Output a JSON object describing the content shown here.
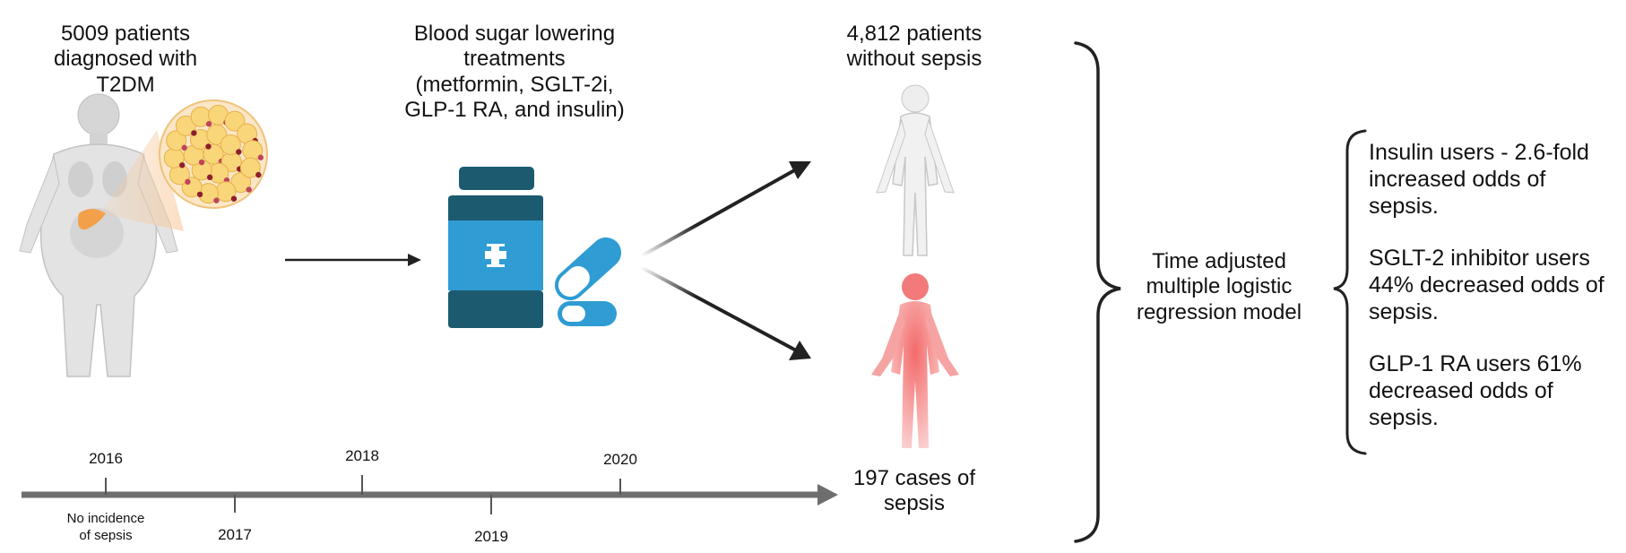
{
  "cohort": {
    "line1": "5009 patients",
    "line2": "diagnosed with T2DM"
  },
  "treatments": {
    "line1": "Blood sugar lowering",
    "line2": "treatments",
    "line3": "(metformin, SGLT-2i,",
    "line4": "GLP-1 RA, and insulin)"
  },
  "no_sepsis": {
    "line1": "4,812 patients",
    "line2": "without  sepsis"
  },
  "sepsis": {
    "line1": "197 cases  of",
    "line2": "sepsis"
  },
  "model": {
    "line1": "Time adjusted",
    "line2": "multiple logistic",
    "line3": "regression model"
  },
  "results": {
    "insulin": [
      "Insulin users - 2.6-fold",
      "increased odds of",
      "sepsis."
    ],
    "sglt2": [
      "SGLT-2 inhibitor users",
      "44% decreased odds of",
      "sepsis."
    ],
    "glp1": [
      "GLP-1 RA users 61%",
      "decreased odds of",
      "sepsis."
    ]
  },
  "timeline": {
    "years_above": [
      "2016",
      "2018",
      "2020"
    ],
    "years_below": [
      "2017",
      "2019"
    ],
    "note_line1": "No incidence",
    "note_line2": "of sepsis"
  },
  "colors": {
    "bottle_dark": "#1c5a70",
    "bottle_light": "#2f9cd3",
    "sepsis_red": "#f08a8a",
    "arrow_dark": "#222222",
    "timeline_gray": "#6e6e6e"
  }
}
